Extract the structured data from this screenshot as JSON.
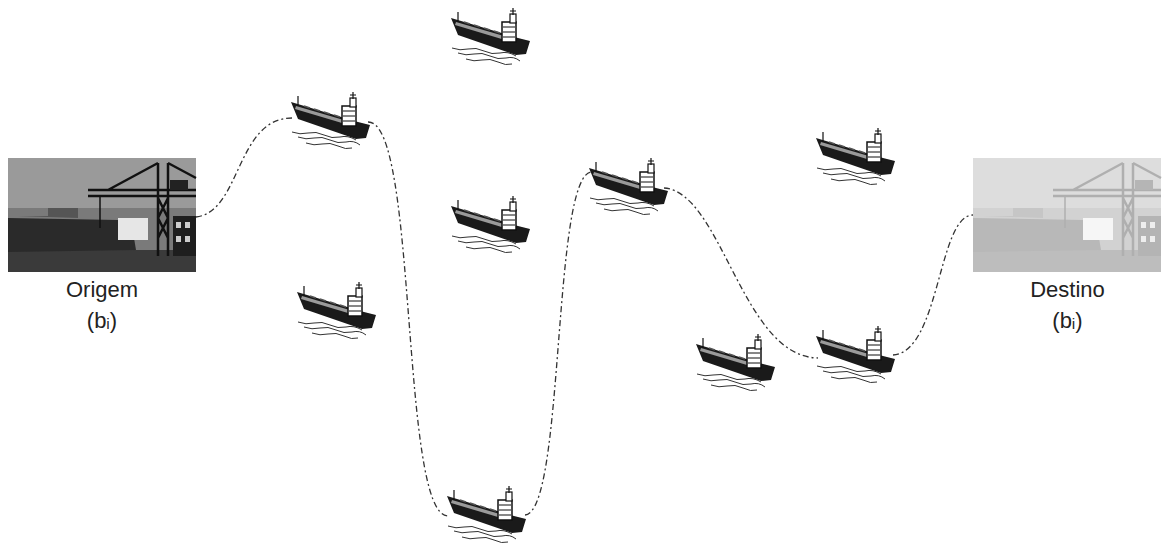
{
  "diagram": {
    "nodes": [
      {
        "text": [
          "Origem (bᵢ)"
        ]
      },
      {
        "text": [
          "Destino (bᵢ)"
        ]
      }
    ],
    "edges": [
      {
        "from": 0,
        "to": 1,
        "arrow": "none"
      }
    ]
  }
}
